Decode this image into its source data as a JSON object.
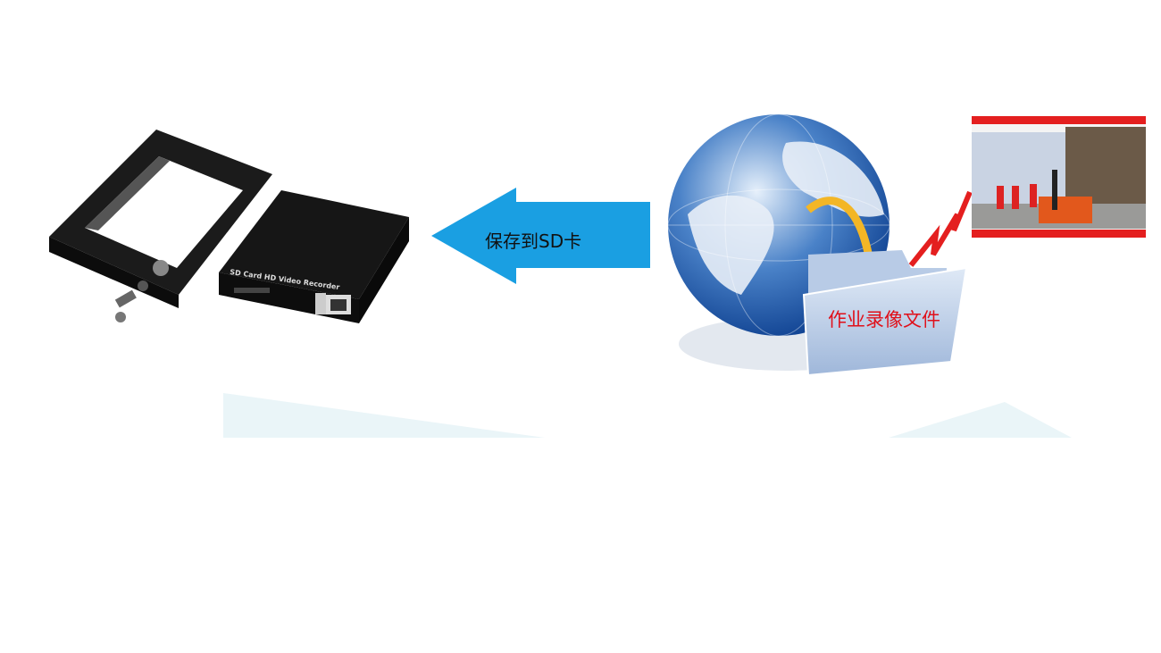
{
  "arrow": {
    "label": "保存到SD卡",
    "color": "#1a9fe2"
  },
  "device": {
    "label": "SD Card HD Video Recorder"
  },
  "folder": {
    "label": "作业录像文件",
    "label_color": "#e0101a"
  },
  "colors": {
    "lightning": "#e41f1f",
    "photo_frame": "#e41f1f"
  }
}
